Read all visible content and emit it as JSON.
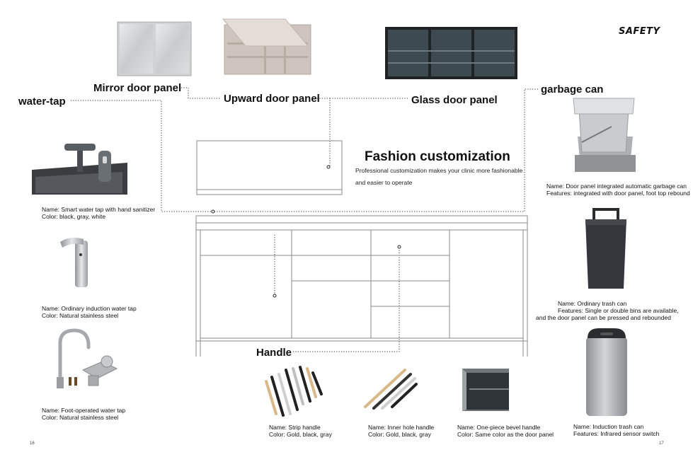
{
  "brand": {
    "logo_text": "SAFETY"
  },
  "header": {
    "title": "Fashion customization",
    "subtitle": "Professional customization makes your clinic more fashionable and easier to operate"
  },
  "labels": {
    "mirror": "Mirror door panel",
    "upward": "Upward door panel",
    "glass": "Glass door panel",
    "water_tap": "water-tap",
    "garbage": "garbage can",
    "handle": "Handle"
  },
  "taps": [
    {
      "name": "Name: Smart water tap with hand sanitizer",
      "detail": "Color: black, gray, white"
    },
    {
      "name": "Name: Ordinary induction water tap",
      "detail": "Color: Natural stainless steel"
    },
    {
      "name": "Name: Foot-operated water tap",
      "detail": "Color: Natural stainless steel"
    }
  ],
  "cans": [
    {
      "name": "Name: Door panel integrated automatic garbage can",
      "detail": "Features: integrated with door panel, foot top rebound"
    },
    {
      "name": "Name: Ordinary trash can",
      "detail": "Features: Single  or double bins are available,",
      "detail2": "and the door panel can be pressed and rebounded"
    },
    {
      "name": "Name: Induction trash can",
      "detail": "Features: Infrared sensor switch"
    }
  ],
  "handles": [
    {
      "name": "Name: Strip handle",
      "detail": "Color: Gold, black, gray"
    },
    {
      "name": "Name: Inner hole handle",
      "detail": "Color: Gold, black, gray"
    },
    {
      "name": "Name: One-piece bevel handle",
      "detail": "Color: Same color as the door panel"
    }
  ],
  "pages": {
    "left": "16",
    "right": "17"
  },
  "colors": {
    "text": "#111111",
    "line": "#8a8a8a",
    "dark_panel": "#2b2f33",
    "steel": "#b9bcbf"
  }
}
